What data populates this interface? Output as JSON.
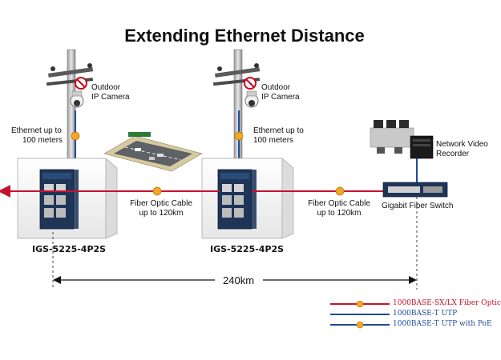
{
  "title": "Extending Ethernet Distance",
  "left_site": {
    "camera_label": [
      "Outdoor",
      "IP Camera"
    ],
    "ethernet_label": [
      "Ethernet up to",
      "100 meters"
    ],
    "switch_model": "IGS-5225-4P2S",
    "fiber_label": [
      "Fiber Optic Cable",
      "up to 120km"
    ]
  },
  "right_site": {
    "camera_label": [
      "Outdoor",
      "IP Camera"
    ],
    "ethernet_label": [
      "Ethernet up to",
      "100 meters"
    ],
    "switch_model": "IGS-5225-4P2S",
    "fiber_label": [
      "Fiber Optic Cable",
      "up to 120km"
    ]
  },
  "nvr_label": [
    "Network Video",
    "Recorder"
  ],
  "gigabit_switch_label": "Gigabit Fiber Switch",
  "total_distance": "240km",
  "legend": [
    {
      "label": "1000BASE-SX/LX Fiber Optic",
      "color": "#c8102e",
      "has_dot": true
    },
    {
      "label": "1000BASE-T UTP",
      "color": "#1e4a9a",
      "has_dot": false
    },
    {
      "label": "1000BASE-T UTP with PoE",
      "color": "#1e4a9a",
      "has_dot": true
    }
  ],
  "colors": {
    "fiber": "#c8102e",
    "utp": "#1e4a9a",
    "poe_dot": "#f5a623"
  }
}
